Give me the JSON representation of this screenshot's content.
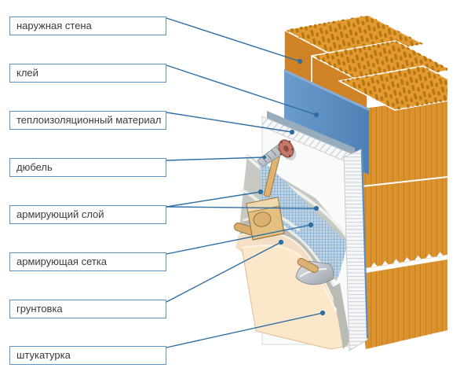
{
  "labels": [
    {
      "text": "наружная стена"
    },
    {
      "text": "клей"
    },
    {
      "text": "теплоизоляционный материал"
    },
    {
      "text": "дюбель"
    },
    {
      "text": "армирующий слой"
    },
    {
      "text": "армирующая сетка"
    },
    {
      "text": "грунтовка"
    },
    {
      "text": "штукатурка"
    }
  ],
  "colors": {
    "leader_line": "#2E6DA4",
    "label_border": "#5E93C6",
    "label_text": "#3B3B3B",
    "brick_top": "#E29A31",
    "brick_side": "#D08326",
    "brick_front": "#DD9330",
    "brick_ridge": "#BE7B16",
    "brick_slot": "#B87713",
    "glue_blue": "#5B8EC4",
    "insulation_white": "#F7F8F9",
    "reinforcing_gray": "#C6C8C2",
    "mesh_blue": "#5E97C4",
    "primer_peach": "#F3DFC5",
    "plaster_peach": "#FBE7CA",
    "wood_tan": "#DCB274",
    "metal_gray": "#B6BCC3",
    "dowel_disc": "#C4786C"
  }
}
